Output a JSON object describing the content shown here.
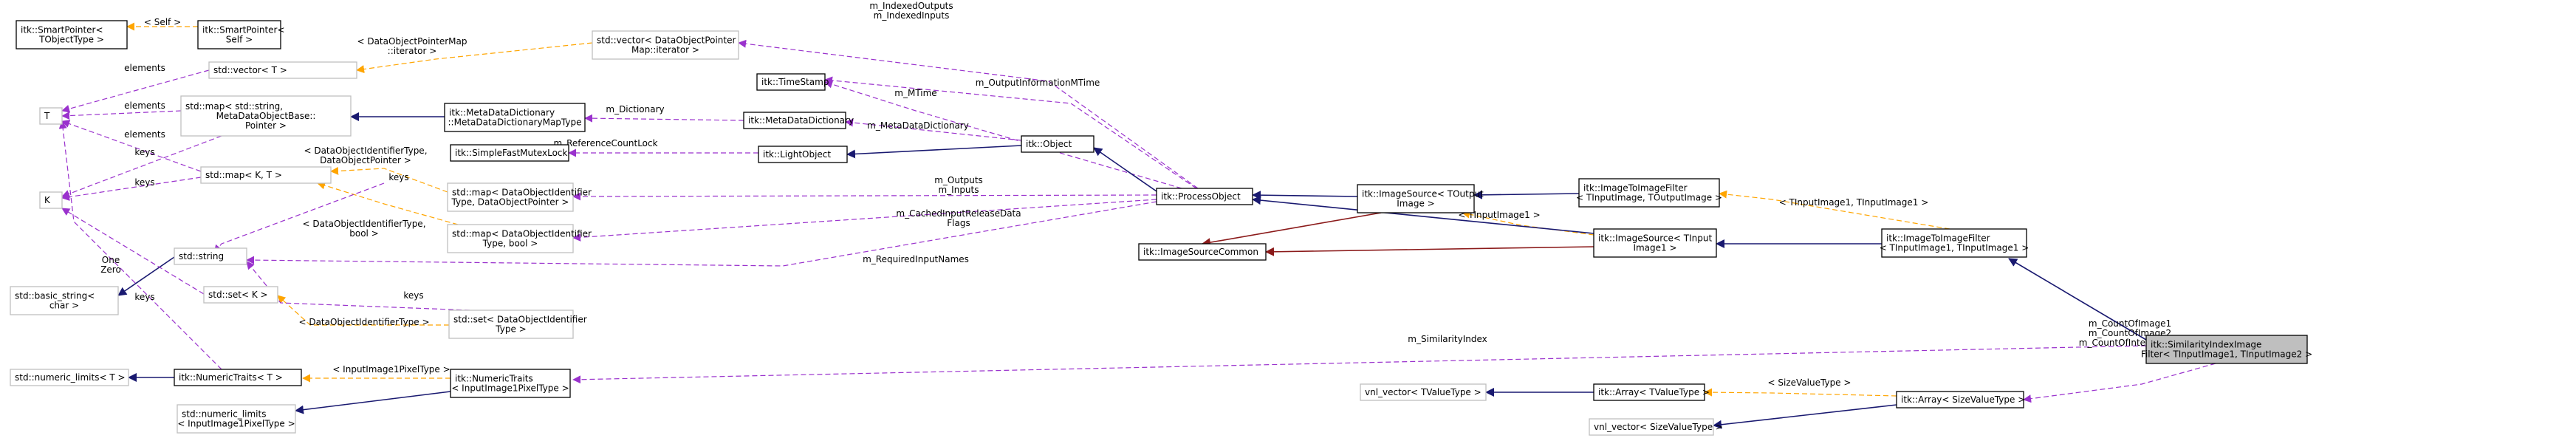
{
  "nodes": [
    {
      "id": "n1",
      "lines": [
        "itk::SmartPointer<",
        "TObjectType >"
      ],
      "style": "solid"
    },
    {
      "id": "n2",
      "lines": [
        "itk::SmartPointer<",
        "Self >"
      ],
      "style": "solid"
    },
    {
      "id": "n3",
      "lines": [
        "std::vector< T >"
      ],
      "style": "dim"
    },
    {
      "id": "n4",
      "lines": [
        "std::vector< DataObjectPointer",
        "Map::iterator >"
      ],
      "style": "dim"
    },
    {
      "id": "n5",
      "lines": [
        "T"
      ],
      "style": "dim"
    },
    {
      "id": "n6",
      "lines": [
        "std::map< std::string,",
        "MetaDataObjectBase::",
        "Pointer >"
      ],
      "style": "dim"
    },
    {
      "id": "n7",
      "lines": [
        "itk::MetaDataDictionary",
        "::MetaDataDictionaryMapType"
      ],
      "style": "solid"
    },
    {
      "id": "n8",
      "lines": [
        "itk::TimeStamp"
      ],
      "style": "solid"
    },
    {
      "id": "n9",
      "lines": [
        "itk::MetaDataDictionary"
      ],
      "style": "solid"
    },
    {
      "id": "n10",
      "lines": [
        "itk::SimpleFastMutexLock"
      ],
      "style": "solid"
    },
    {
      "id": "n11",
      "lines": [
        "itk::LightObject"
      ],
      "style": "solid"
    },
    {
      "id": "n12",
      "lines": [
        "itk::Object"
      ],
      "style": "solid"
    },
    {
      "id": "n13",
      "lines": [
        "K"
      ],
      "style": "dim"
    },
    {
      "id": "n14",
      "lines": [
        "std::map< K, T >"
      ],
      "style": "dim"
    },
    {
      "id": "n15",
      "lines": [
        "std::map< DataObjectIdentifier",
        "Type, DataObjectPointer >"
      ],
      "style": "dim"
    },
    {
      "id": "n16",
      "lines": [
        "itk::ProcessObject"
      ],
      "style": "solid"
    },
    {
      "id": "n17",
      "lines": [
        "itk::ImageSource< TOutput",
        "Image >"
      ],
      "style": "solid"
    },
    {
      "id": "n18",
      "lines": [
        "itk::ImageToImageFilter",
        "< TInputImage, TOutputImage >"
      ],
      "style": "solid"
    },
    {
      "id": "n19",
      "lines": [
        "std::string"
      ],
      "style": "dim"
    },
    {
      "id": "n20",
      "lines": [
        "std::map< DataObjectIdentifier",
        "Type, bool >"
      ],
      "style": "dim"
    },
    {
      "id": "n21",
      "lines": [
        "itk::ImageSourceCommon"
      ],
      "style": "solid"
    },
    {
      "id": "n22",
      "lines": [
        "itk::ImageSource< TInput",
        "Image1 >"
      ],
      "style": "solid"
    },
    {
      "id": "n23",
      "lines": [
        "itk::ImageToImageFilter",
        "< TInputImage1, TInputImage1 >"
      ],
      "style": "solid"
    },
    {
      "id": "n24",
      "lines": [
        "std::basic_string<",
        "char >"
      ],
      "style": "dim"
    },
    {
      "id": "n25",
      "lines": [
        "std::set< K >"
      ],
      "style": "dim"
    },
    {
      "id": "n26",
      "lines": [
        "std::set< DataObjectIdentifier",
        "Type >"
      ],
      "style": "dim"
    },
    {
      "id": "n27",
      "lines": [
        "itk::SimilarityIndexImage",
        "Filter< TInputImage1, TInputImage2 >"
      ],
      "style": "hl"
    },
    {
      "id": "n28",
      "lines": [
        "std::numeric_limits< T >"
      ],
      "style": "dim"
    },
    {
      "id": "n29",
      "lines": [
        "itk::NumericTraits< T >"
      ],
      "style": "solid"
    },
    {
      "id": "n30",
      "lines": [
        "itk::NumericTraits",
        "< InputImage1PixelType >"
      ],
      "style": "solid"
    },
    {
      "id": "n31",
      "lines": [
        "std::numeric_limits",
        "< InputImage1PixelType >"
      ],
      "style": "dim"
    },
    {
      "id": "n32",
      "lines": [
        "vnl_vector< TValueType >"
      ],
      "style": "dim"
    },
    {
      "id": "n33",
      "lines": [
        "itk::Array< TValueType >"
      ],
      "style": "solid"
    },
    {
      "id": "n34",
      "lines": [
        "itk::Array< SizeValueType >"
      ],
      "style": "solid"
    },
    {
      "id": "n35",
      "lines": [
        "vnl_vector< SizeValueType >"
      ],
      "style": "dim"
    }
  ],
  "edges": [
    {
      "id": "e1",
      "kind": "tpl",
      "label": [
        "< Self >"
      ]
    },
    {
      "id": "e2",
      "kind": "use",
      "label": [
        "elements"
      ]
    },
    {
      "id": "e3",
      "kind": "tpl",
      "label": [
        "< DataObjectPointerMap",
        "::iterator >"
      ]
    },
    {
      "id": "e4",
      "kind": "use",
      "label": [
        "m_IndexedOutputs",
        "m_IndexedInputs"
      ]
    },
    {
      "id": "e5",
      "kind": "use",
      "label": [
        "elements"
      ]
    },
    {
      "id": "e6",
      "kind": "use",
      "label": [
        "keys"
      ]
    },
    {
      "id": "e7",
      "kind": "inh",
      "label": []
    },
    {
      "id": "e8",
      "kind": "use",
      "label": [
        "m_Dictionary"
      ]
    },
    {
      "id": "e9",
      "kind": "use",
      "label": [
        "m_MTime"
      ]
    },
    {
      "id": "e10",
      "kind": "use",
      "label": [
        "m_OutputInformationMTime"
      ]
    },
    {
      "id": "e11",
      "kind": "use",
      "label": [
        "m_MetaDataDictionary"
      ]
    },
    {
      "id": "e12",
      "kind": "use",
      "label": [
        "m_ReferenceCountLock"
      ]
    },
    {
      "id": "e13",
      "kind": "inh",
      "label": []
    },
    {
      "id": "e14",
      "kind": "inh",
      "label": []
    },
    {
      "id": "e15",
      "kind": "use",
      "label": [
        "elements"
      ]
    },
    {
      "id": "e16",
      "kind": "use",
      "label": [
        "keys"
      ]
    },
    {
      "id": "e17",
      "kind": "tpl",
      "label": [
        "< DataObjectIdentifierType,",
        "DataObjectPointer >"
      ]
    },
    {
      "id": "e18",
      "kind": "tpl",
      "label": [
        "< DataObjectIdentifierType,",
        "bool >"
      ]
    },
    {
      "id": "e19",
      "kind": "use",
      "label": [
        "keys"
      ]
    },
    {
      "id": "e20",
      "kind": "use",
      "label": [
        "m_Outputs",
        "m_Inputs"
      ]
    },
    {
      "id": "e21",
      "kind": "use",
      "label": [
        "m_CachedInputReleaseData",
        "Flags"
      ]
    },
    {
      "id": "e22",
      "kind": "use",
      "label": [
        "m_RequiredInputNames"
      ]
    },
    {
      "id": "e23",
      "kind": "inh",
      "label": []
    },
    {
      "id": "e24",
      "kind": "red",
      "label": []
    },
    {
      "id": "e25",
      "kind": "inh",
      "label": []
    },
    {
      "id": "e26",
      "kind": "tpl",
      "label": [
        "< TInputImage1 >"
      ]
    },
    {
      "id": "e27",
      "kind": "inh",
      "label": []
    },
    {
      "id": "e28",
      "kind": "red",
      "label": []
    },
    {
      "id": "e29",
      "kind": "inh",
      "label": []
    },
    {
      "id": "e30",
      "kind": "tpl",
      "label": [
        "< TInputImage1, TInputImage1 >"
      ]
    },
    {
      "id": "e31",
      "kind": "inh",
      "label": []
    },
    {
      "id": "e32",
      "kind": "inh",
      "label": []
    },
    {
      "id": "e33",
      "kind": "use",
      "label": [
        "keys"
      ]
    },
    {
      "id": "e34",
      "kind": "tpl",
      "label": [
        "< DataObjectIdentifierType >"
      ]
    },
    {
      "id": "e35",
      "kind": "use",
      "label": [
        "keys"
      ]
    },
    {
      "id": "e36",
      "kind": "use",
      "label": [
        "One",
        "Zero"
      ]
    },
    {
      "id": "e37",
      "kind": "inh",
      "label": []
    },
    {
      "id": "e38",
      "kind": "tpl",
      "label": [
        "< InputImage1PixelType >"
      ]
    },
    {
      "id": "e39",
      "kind": "inh",
      "label": []
    },
    {
      "id": "e40",
      "kind": "use",
      "label": [
        "m_SimilarityIndex"
      ]
    },
    {
      "id": "e41",
      "kind": "inh",
      "label": []
    },
    {
      "id": "e42",
      "kind": "tpl",
      "label": [
        "< SizeValueType >"
      ]
    },
    {
      "id": "e43",
      "kind": "inh",
      "label": []
    },
    {
      "id": "e44",
      "kind": "use",
      "label": [
        "m_CountOfImage1",
        "m_CountOfImage2",
        "m_CountOfIntersection"
      ]
    }
  ]
}
